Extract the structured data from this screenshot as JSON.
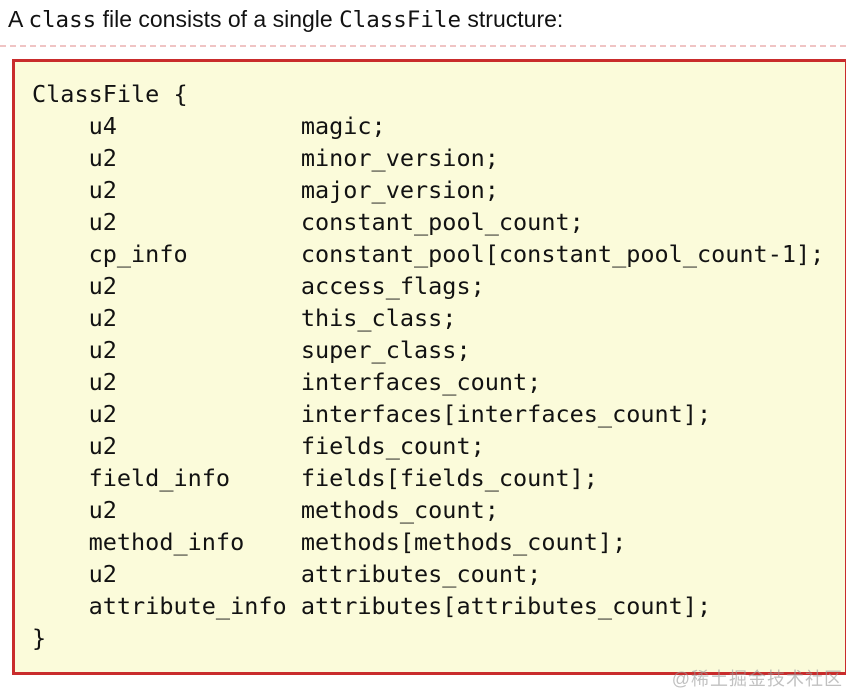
{
  "heading": {
    "segments": [
      {
        "text": "A ",
        "mono": false
      },
      {
        "text": "class",
        "mono": true
      },
      {
        "text": " file consists of a single ",
        "mono": false
      },
      {
        "text": "ClassFile",
        "mono": true
      },
      {
        "text": " structure:",
        "mono": false
      }
    ]
  },
  "code_block": {
    "open_line": "ClassFile {",
    "close_line": "}",
    "indent_spaces": 4,
    "type_column_width": 15,
    "fields": [
      {
        "type": "u4",
        "name": "magic;"
      },
      {
        "type": "u2",
        "name": "minor_version;"
      },
      {
        "type": "u2",
        "name": "major_version;"
      },
      {
        "type": "u2",
        "name": "constant_pool_count;"
      },
      {
        "type": "cp_info",
        "name": "constant_pool[constant_pool_count-1];"
      },
      {
        "type": "u2",
        "name": "access_flags;"
      },
      {
        "type": "u2",
        "name": "this_class;"
      },
      {
        "type": "u2",
        "name": "super_class;"
      },
      {
        "type": "u2",
        "name": "interfaces_count;"
      },
      {
        "type": "u2",
        "name": "interfaces[interfaces_count];"
      },
      {
        "type": "u2",
        "name": "fields_count;"
      },
      {
        "type": "field_info",
        "name": "fields[fields_count];"
      },
      {
        "type": "u2",
        "name": "methods_count;"
      },
      {
        "type": "method_info",
        "name": "methods[methods_count];"
      },
      {
        "type": "u2",
        "name": "attributes_count;"
      },
      {
        "type": "attribute_info",
        "name": "attributes[attributes_count];"
      }
    ]
  },
  "watermark": {
    "text": "@稀土掘金技术社区"
  },
  "colors": {
    "box_background": "#fbfbda",
    "box_border": "#c92c2c",
    "text": "#121212",
    "watermark": "#9c9c9c"
  }
}
